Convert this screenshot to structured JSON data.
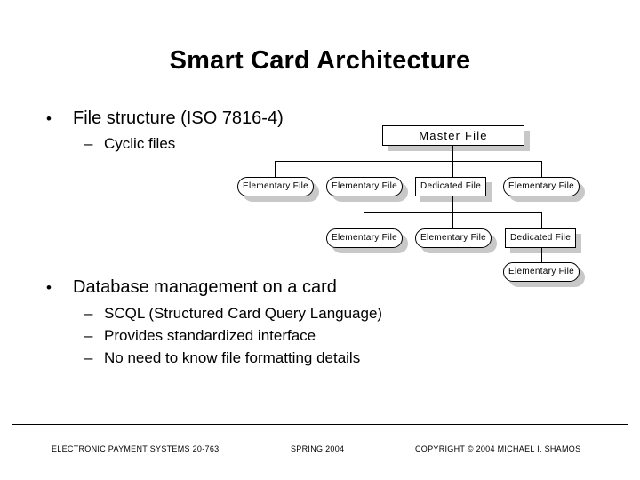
{
  "slide": {
    "title": "Smart Card Architecture",
    "bullets": [
      {
        "marker": "•",
        "text": "File structure (ISO 7816-4)",
        "sub": [
          {
            "marker": "–",
            "text": "Cyclic files"
          }
        ]
      },
      {
        "marker": "•",
        "text": "Database management on a card",
        "sub": [
          {
            "marker": "–",
            "text": "SCQL (Structured Card Query Language)"
          },
          {
            "marker": "–",
            "text": "Provides standardized interface"
          },
          {
            "marker": "–",
            "text": "No need to know file formatting details"
          }
        ]
      }
    ]
  },
  "diagram": {
    "nodes": {
      "master": "Master  File",
      "r2c1": "Elementary  File",
      "r2c2": "Elementary  File",
      "r2c3": "Dedicated File",
      "r2c4": "Elementary  File",
      "r3c1": "Elementary  File",
      "r3c2": "Elementary  File",
      "r3c3": "Dedicated File",
      "r4c1": "Elementary  File"
    }
  },
  "footer": {
    "course": "ELECTRONIC PAYMENT SYSTEMS 20-763",
    "term": "SPRING 2004",
    "copyright": "COPYRIGHT © 2004 MICHAEL I. SHAMOS"
  },
  "colors": {
    "background": "#ffffff",
    "text": "#000000",
    "shadow": "#c8c8c8"
  }
}
